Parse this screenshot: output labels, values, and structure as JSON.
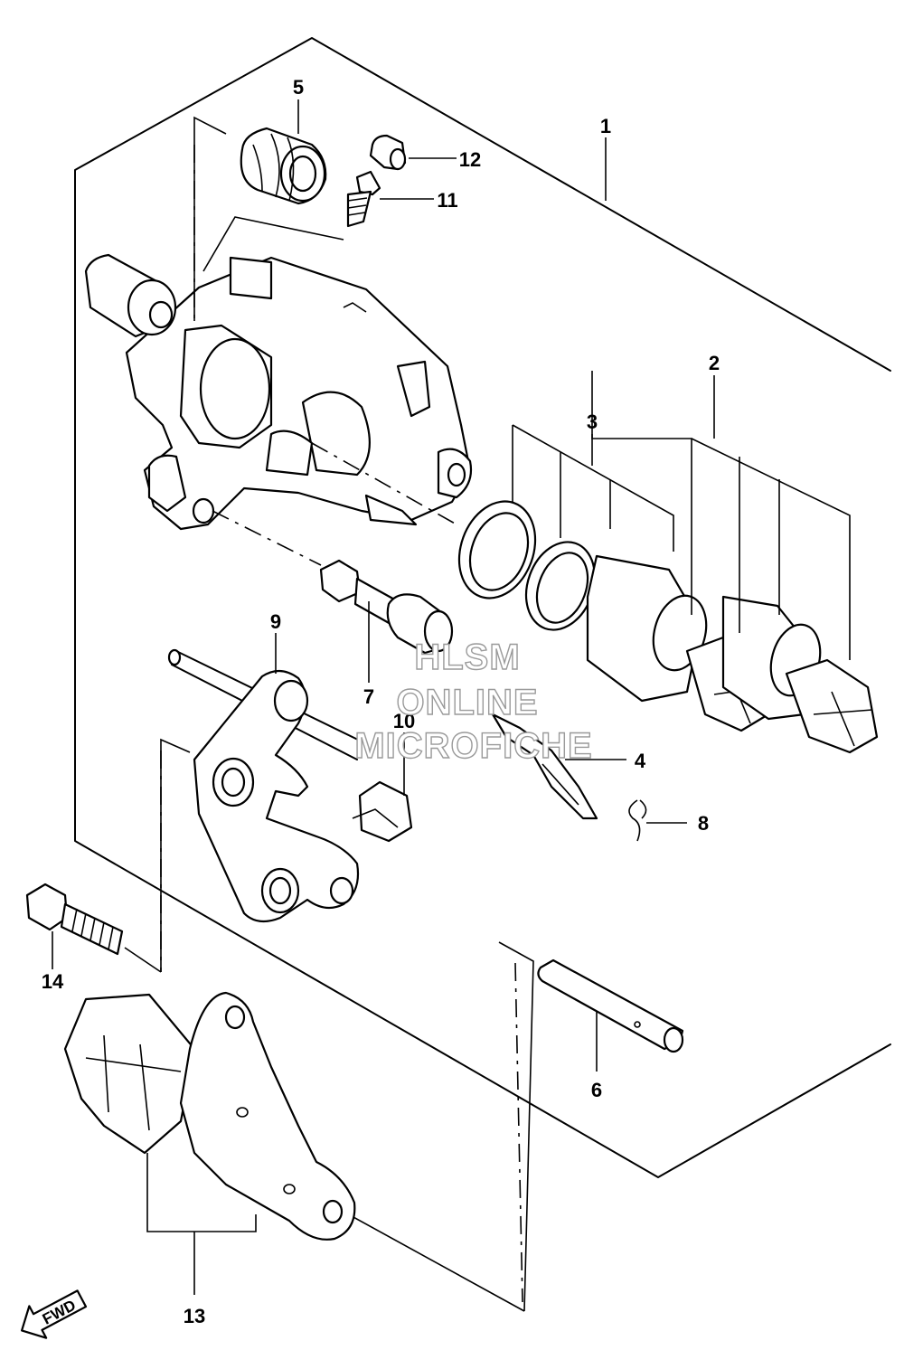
{
  "diagram": {
    "callouts": [
      {
        "id": "1",
        "label": "1"
      },
      {
        "id": "2",
        "label": "2"
      },
      {
        "id": "3",
        "label": "3"
      },
      {
        "id": "4",
        "label": "4"
      },
      {
        "id": "5",
        "label": "5"
      },
      {
        "id": "6",
        "label": "6"
      },
      {
        "id": "7",
        "label": "7"
      },
      {
        "id": "8",
        "label": "8"
      },
      {
        "id": "9",
        "label": "9"
      },
      {
        "id": "10",
        "label": "10"
      },
      {
        "id": "11",
        "label": "11"
      },
      {
        "id": "12",
        "label": "12"
      },
      {
        "id": "13",
        "label": "13"
      },
      {
        "id": "14",
        "label": "14"
      }
    ],
    "direction_badge": "FWD"
  },
  "watermark": {
    "line1": "HLSM",
    "line2": "ONLINE",
    "line3": "MICROFICHE",
    "color": "#9a9a9a"
  }
}
